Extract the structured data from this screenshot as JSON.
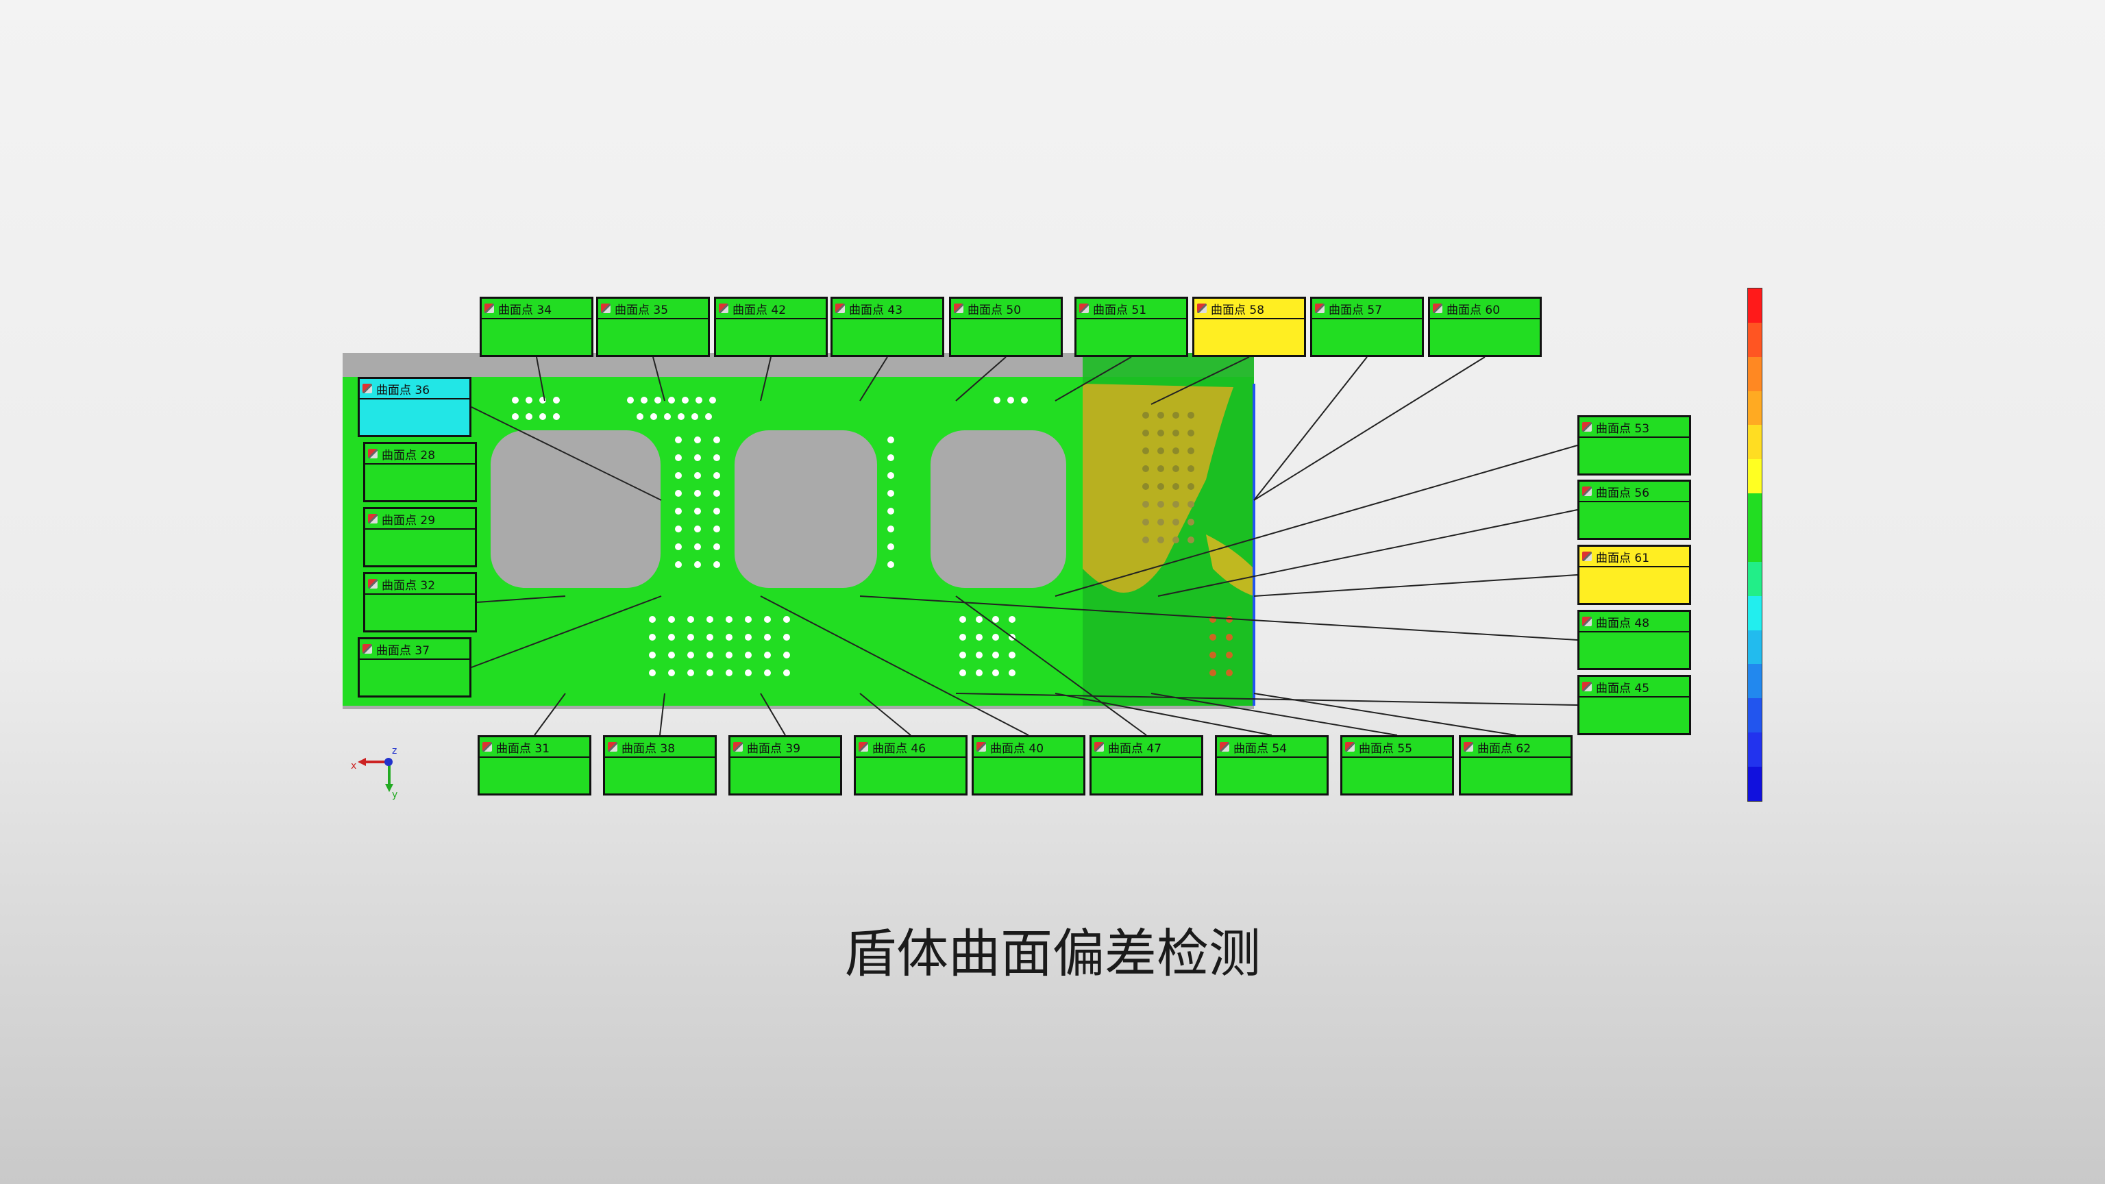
{
  "title": "盾体曲面偏差检测",
  "label_prefix": "曲面点",
  "colors": {
    "green": "#22dd22",
    "yellow": "#ffee22",
    "cyan": "#22e6e6",
    "line": "#222222"
  },
  "labels": [
    {
      "id": "34",
      "color": "green"
    },
    {
      "id": "35",
      "color": "green"
    },
    {
      "id": "42",
      "color": "green"
    },
    {
      "id": "43",
      "color": "green"
    },
    {
      "id": "50",
      "color": "green"
    },
    {
      "id": "51",
      "color": "green"
    },
    {
      "id": "58",
      "color": "yellow"
    },
    {
      "id": "57",
      "color": "green"
    },
    {
      "id": "60",
      "color": "green"
    },
    {
      "id": "36",
      "color": "cyan"
    },
    {
      "id": "28",
      "color": "green"
    },
    {
      "id": "29",
      "color": "green"
    },
    {
      "id": "32",
      "color": "green"
    },
    {
      "id": "37",
      "color": "green"
    },
    {
      "id": "53",
      "color": "green"
    },
    {
      "id": "56",
      "color": "green"
    },
    {
      "id": "61",
      "color": "yellow"
    },
    {
      "id": "48",
      "color": "green"
    },
    {
      "id": "45",
      "color": "green"
    },
    {
      "id": "31",
      "color": "green"
    },
    {
      "id": "38",
      "color": "green"
    },
    {
      "id": "39",
      "color": "green"
    },
    {
      "id": "46",
      "color": "green"
    },
    {
      "id": "40",
      "color": "green"
    },
    {
      "id": "47",
      "color": "green"
    },
    {
      "id": "54",
      "color": "green"
    },
    {
      "id": "55",
      "color": "green"
    },
    {
      "id": "62",
      "color": "green"
    }
  ],
  "colorbar": {
    "colors": [
      "#ff1a1a",
      "#ff5522",
      "#ff8822",
      "#ffaa22",
      "#ffdd22",
      "#ffff22",
      "#22dd22",
      "#22dd22",
      "#22ee88",
      "#22eeee",
      "#22bbee",
      "#2288ee",
      "#2255ee",
      "#2233ee",
      "#1111dd"
    ]
  },
  "axis": {
    "x": "x",
    "y": "y",
    "z": "z"
  }
}
